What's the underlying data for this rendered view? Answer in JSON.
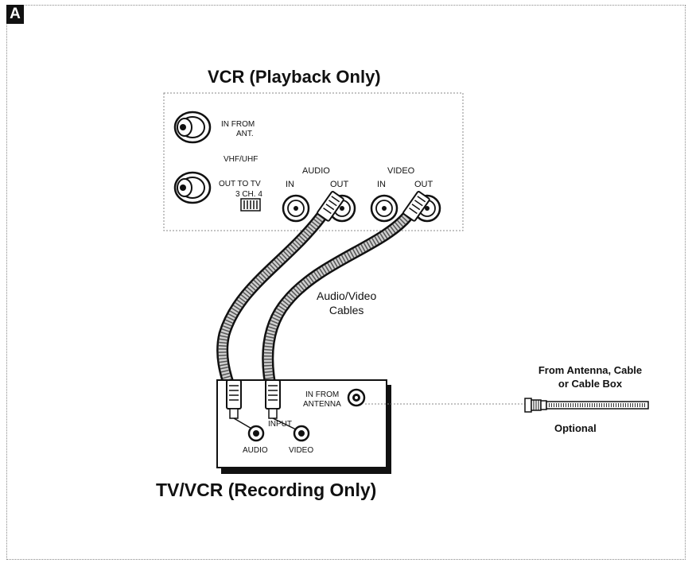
{
  "badge": "A",
  "vcr": {
    "title": "VCR (Playback Only)",
    "in_from": "IN FROM",
    "ant": "ANT.",
    "vhf_uhf": "VHF/UHF",
    "out_to_tv": "OUT TO TV",
    "ch_switch": "3 CH. 4",
    "audio": "AUDIO",
    "video": "VIDEO",
    "audio_in": "IN",
    "audio_out": "OUT",
    "video_in": "IN",
    "video_out": "OUT"
  },
  "cables": {
    "line1": "Audio/Video",
    "line2": "Cables"
  },
  "tvvcr": {
    "title": "TV/VCR (Recording Only)",
    "in_from": "IN FROM",
    "antenna": "ANTENNA",
    "input": "INPUT",
    "audio": "AUDIO",
    "video": "VIDEO"
  },
  "antenna_source": {
    "line1": "From Antenna, Cable",
    "line2": "or Cable Box",
    "optional": "Optional"
  }
}
